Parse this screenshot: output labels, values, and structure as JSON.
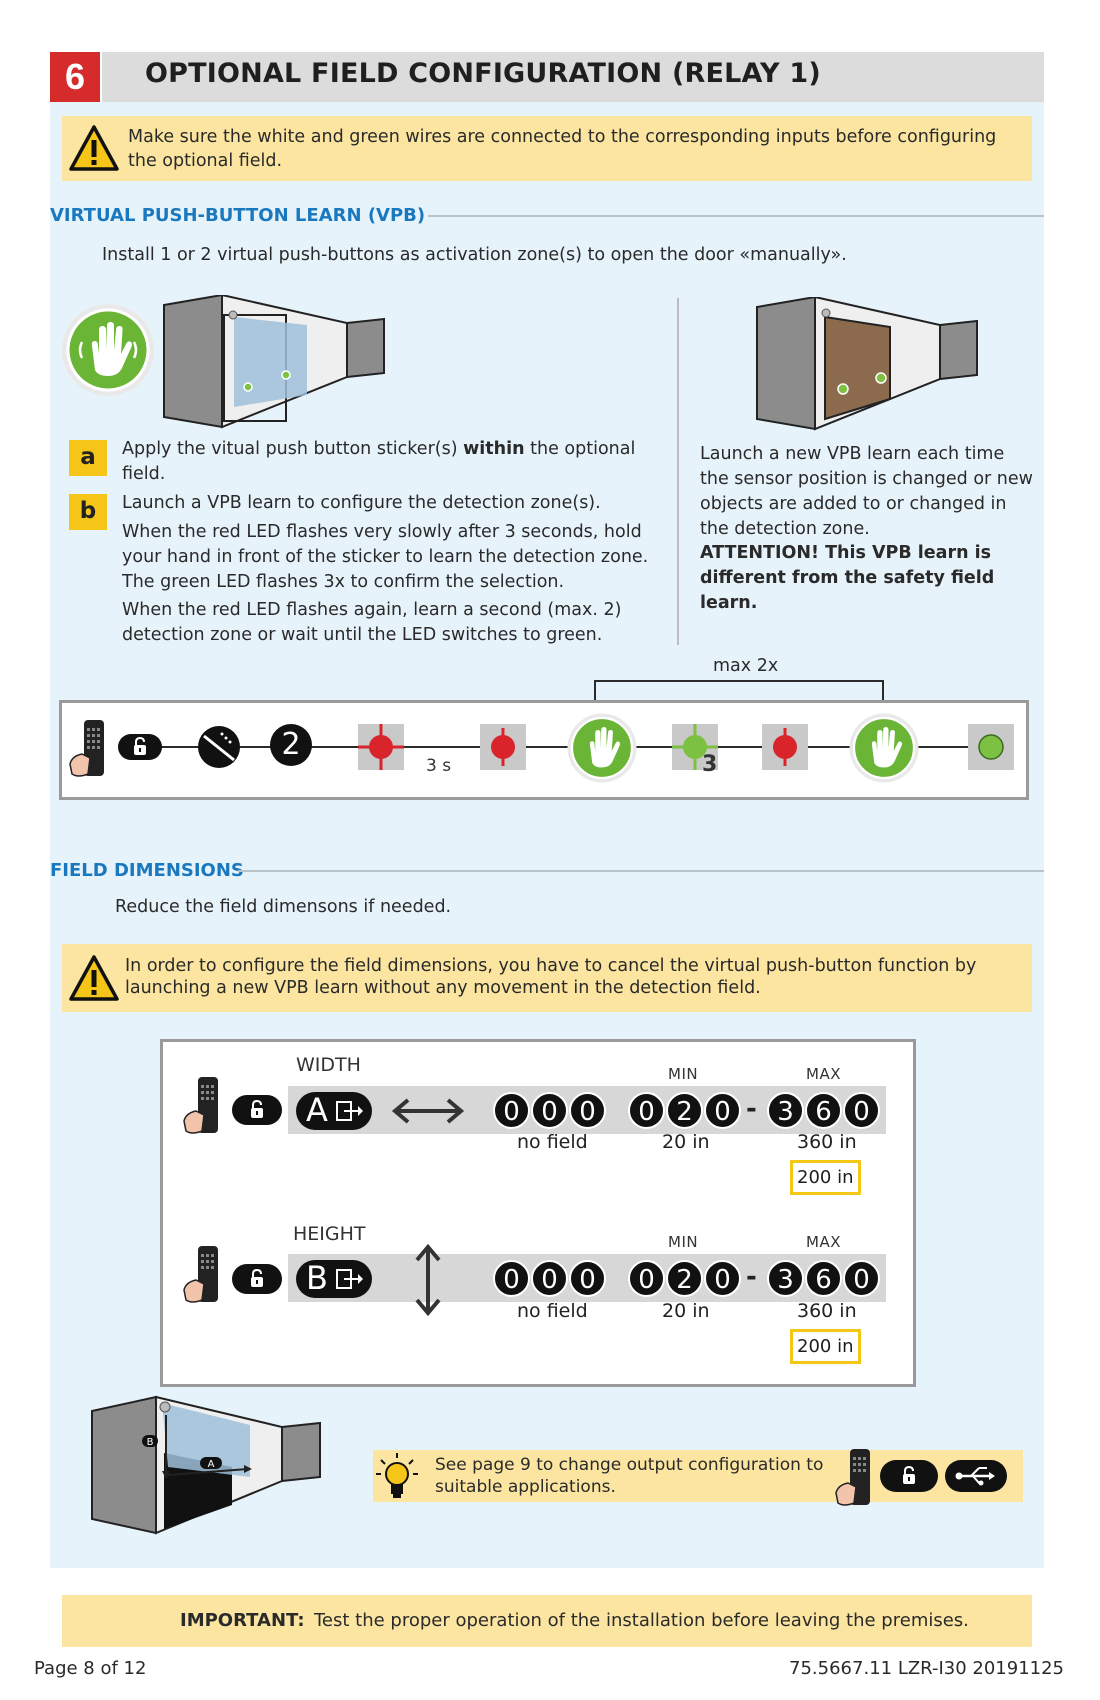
{
  "header": {
    "number": "6",
    "title": "OPTIONAL FIELD CONFIGURATION (RELAY 1)"
  },
  "warning_top": "Make sure the white and green wires are connected to the corresponding inputs before configuring the optional field.",
  "vpb": {
    "title": "VIRTUAL PUSH-BUTTON LEARN (VPB)",
    "intro": "Install 1 or 2 virtual push-buttons as activation zone(s) to open the door «manually».",
    "step_a_label": "a",
    "step_a_pre": "Apply the vitual push button sticker(s) ",
    "step_a_bold": "within",
    "step_a_post": " the optional field.",
    "step_b_label": "b",
    "step_b_p1": "Launch a VPB learn to configure the detection zone(s).",
    "step_b_p2": "When the red LED flashes very slowly after 3 seconds, hold your hand in front of the sticker to learn the detection zone. The green LED flashes 3x to confirm the selection.",
    "step_b_p3": "When the red LED flashes again, learn a second (max. 2) detection zone or wait until the LED switches to green.",
    "right_text": "Launch a new VPB learn each time the sensor position is changed or new objects are added to or changed in the detection zone.",
    "right_bold": "ATTENTION! This VPB learn is different from the safety field learn.",
    "max_label": "max 2x",
    "seq_number": "2",
    "seq_delay": "3 s",
    "seq_flash_count": "3"
  },
  "dimensions": {
    "title": "FIELD DIMENSIONS",
    "intro": "Reduce the field dimensons if needed.",
    "warning": "In order to configure the field dimensions, you have to cancel the virtual push-button function by launching a new VPB learn without any movement in the detection field.",
    "width": {
      "label": "WIDTH",
      "key": "A",
      "off_digits": [
        "0",
        "0",
        "0"
      ],
      "off_label": "no field",
      "min_label": "MIN",
      "min_digits": [
        "0",
        "2",
        "0"
      ],
      "min_value": "20 in",
      "max_label": "MAX",
      "max_digits": [
        "3",
        "6",
        "0"
      ],
      "max_value": "360 in",
      "default": "200 in",
      "dash": "-"
    },
    "height": {
      "label": "HEIGHT",
      "key": "B",
      "off_digits": [
        "0",
        "0",
        "0"
      ],
      "off_label": "no field",
      "min_label": "MIN",
      "min_digits": [
        "0",
        "2",
        "0"
      ],
      "min_value": "20 in",
      "max_label": "MAX",
      "max_digits": [
        "3",
        "6",
        "0"
      ],
      "max_value": "360 in",
      "default": "200 in",
      "dash": "-"
    },
    "door_labels": {
      "a": "A",
      "b": "B"
    },
    "tip": "See page 9 to change output configuration to suitable applications."
  },
  "important": {
    "label": "IMPORTANT:",
    "text": "Test the proper operation of the installation before leaving the premises."
  },
  "footer": {
    "page": "Page 8 of 12",
    "doc": "75.5667.11 LZR-I30 20191125"
  },
  "colors": {
    "accent_red": "#d62b2b",
    "title_blue": "#1a78bf",
    "warning_yellow": "#fbe5a0",
    "label_yellow": "#f5c518",
    "led_red": "#d9242c",
    "led_green": "#7cc142"
  }
}
